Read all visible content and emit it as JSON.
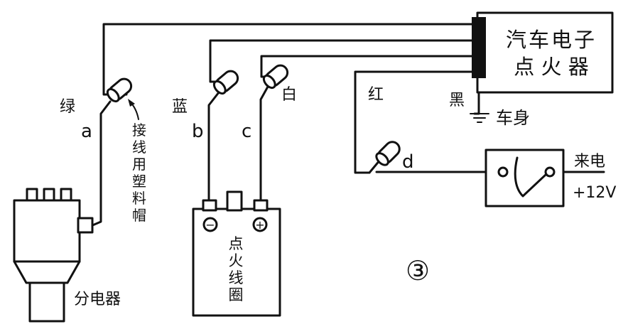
{
  "colors": {
    "ink": "#111111",
    "paper": "#ffffff"
  },
  "igniter": {
    "line1": "汽车电子",
    "line2": "点 火 器"
  },
  "wires": {
    "green": "绿",
    "blue": "蓝",
    "white": "白",
    "red": "红",
    "black": "黑"
  },
  "wire_letters": {
    "a": "a",
    "b": "b",
    "c": "c",
    "d": "d"
  },
  "cap_label": "接线用塑料帽",
  "chassis": "车身",
  "distributor": "分电器",
  "coil": {
    "label": "点火线圈",
    "minus": "−",
    "plus": "+"
  },
  "power": {
    "label": "来电",
    "voltage": "+12V"
  },
  "figure_number": "③"
}
